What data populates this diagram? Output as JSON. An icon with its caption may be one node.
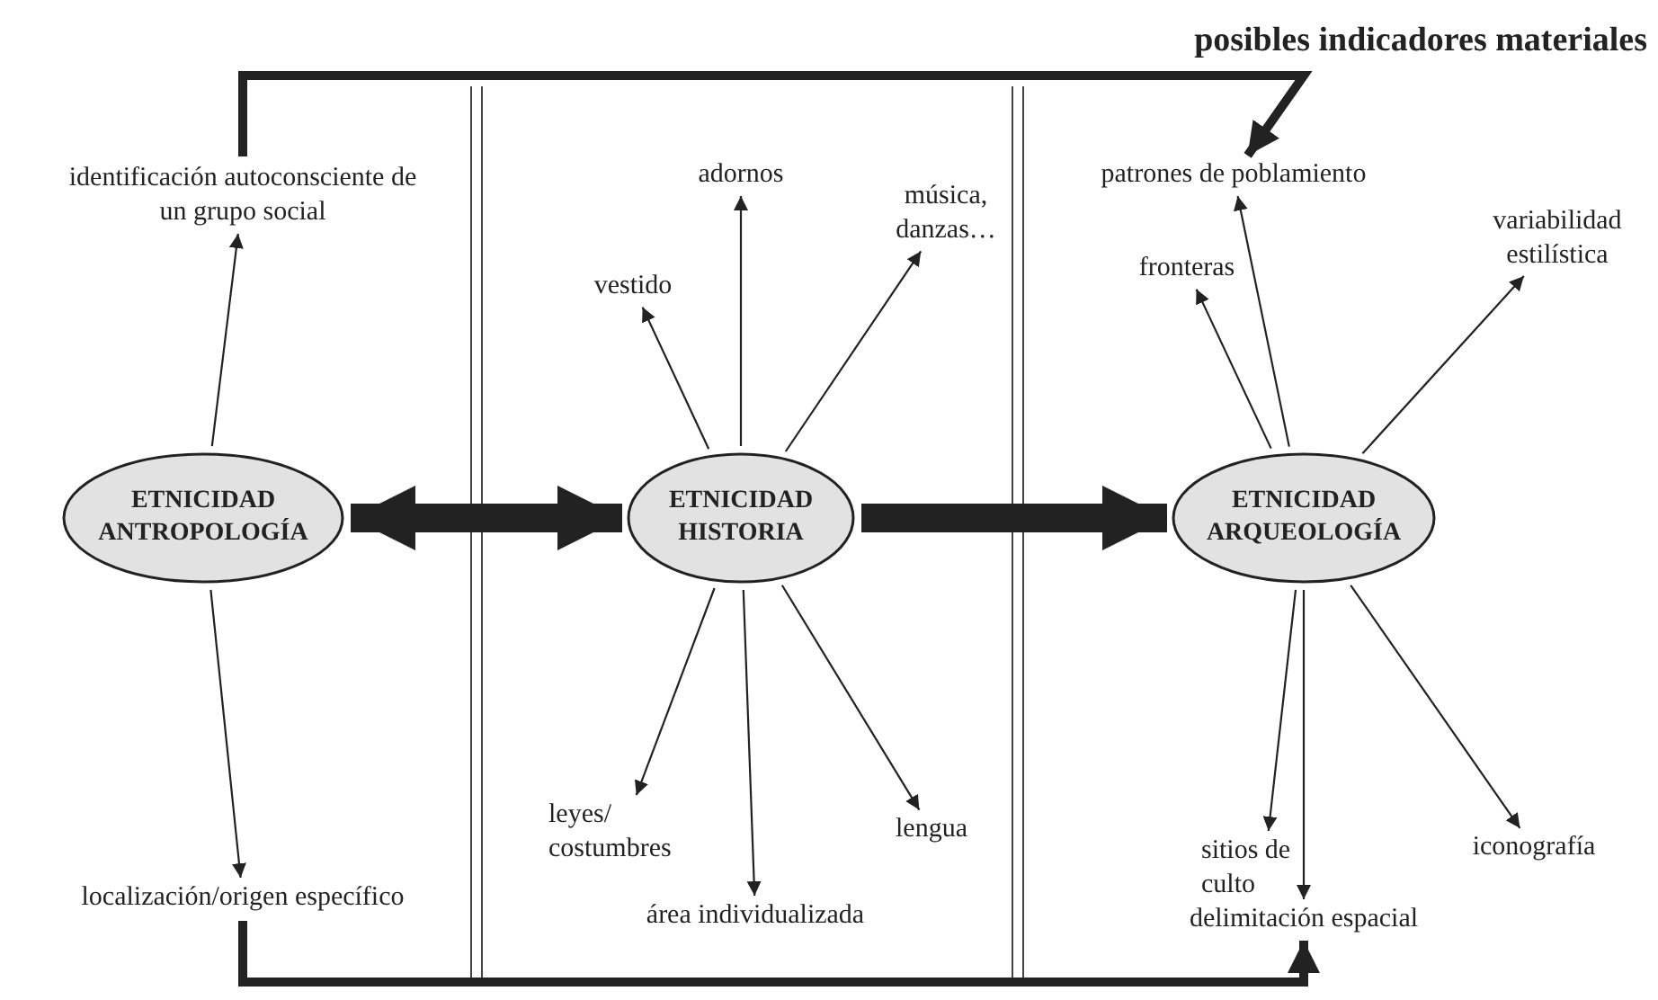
{
  "diagram": {
    "nodes": [
      {
        "text": [
          "ETNICIDAD ANTROPOLOGÍA"
        ]
      },
      {
        "text": [
          "identificación autoconsciente de un grupo social"
        ]
      },
      {
        "text": [
          "localización/origen específico"
        ]
      },
      {
        "text": [
          "ETNICIDAD HISTORIA"
        ]
      },
      {
        "text": [
          "vestido"
        ]
      },
      {
        "text": [
          "adornos"
        ]
      },
      {
        "text": [
          "música, danzas…"
        ]
      },
      {
        "text": [
          "leyes/ costumbres"
        ]
      },
      {
        "text": [
          "área individualizada"
        ]
      },
      {
        "text": [
          "lengua"
        ]
      },
      {
        "text": [
          "ETNICIDAD ARQUEOLOGÍA"
        ]
      },
      {
        "text": [
          "patrones de poblamiento"
        ]
      },
      {
        "text": [
          "fronteras"
        ]
      },
      {
        "text": [
          "variabilidad estilística"
        ]
      },
      {
        "text": [
          "sitios de culto"
        ]
      },
      {
        "text": [
          "delimitación espacial"
        ]
      },
      {
        "text": [
          "iconografía"
        ]
      }
    ],
    "edges": [
      {
        "from": 0,
        "to": 1,
        "arrow": "to"
      },
      {
        "from": 0,
        "to": 2,
        "arrow": "to"
      },
      {
        "from": 0,
        "to": 3,
        "arrow": "both",
        "style": "thick"
      },
      {
        "from": 3,
        "to": 4,
        "arrow": "to"
      },
      {
        "from": 3,
        "to": 5,
        "arrow": "to"
      },
      {
        "from": 3,
        "to": 6,
        "arrow": "to"
      },
      {
        "from": 3,
        "to": 7,
        "arrow": "to"
      },
      {
        "from": 3,
        "to": 8,
        "arrow": "to"
      },
      {
        "from": 3,
        "to": 9,
        "arrow": "to"
      },
      {
        "from": 3,
        "to": 10,
        "arrow": "to",
        "style": "thick"
      },
      {
        "from": 10,
        "to": 11,
        "arrow": "to"
      },
      {
        "from": 10,
        "to": 12,
        "arrow": "to"
      },
      {
        "from": 10,
        "to": 13,
        "arrow": "to"
      },
      {
        "from": 10,
        "to": 14,
        "arrow": "to"
      },
      {
        "from": 10,
        "to": 15,
        "arrow": "to"
      },
      {
        "from": 10,
        "to": 16,
        "arrow": "to"
      },
      {
        "from": 1,
        "to": 11,
        "arrow": "to",
        "style": "thick"
      },
      {
        "from": 2,
        "to": 15,
        "arrow": "to",
        "style": "thick"
      }
    ],
    "labels": [
      "posibles indicadores materiales"
    ]
  }
}
